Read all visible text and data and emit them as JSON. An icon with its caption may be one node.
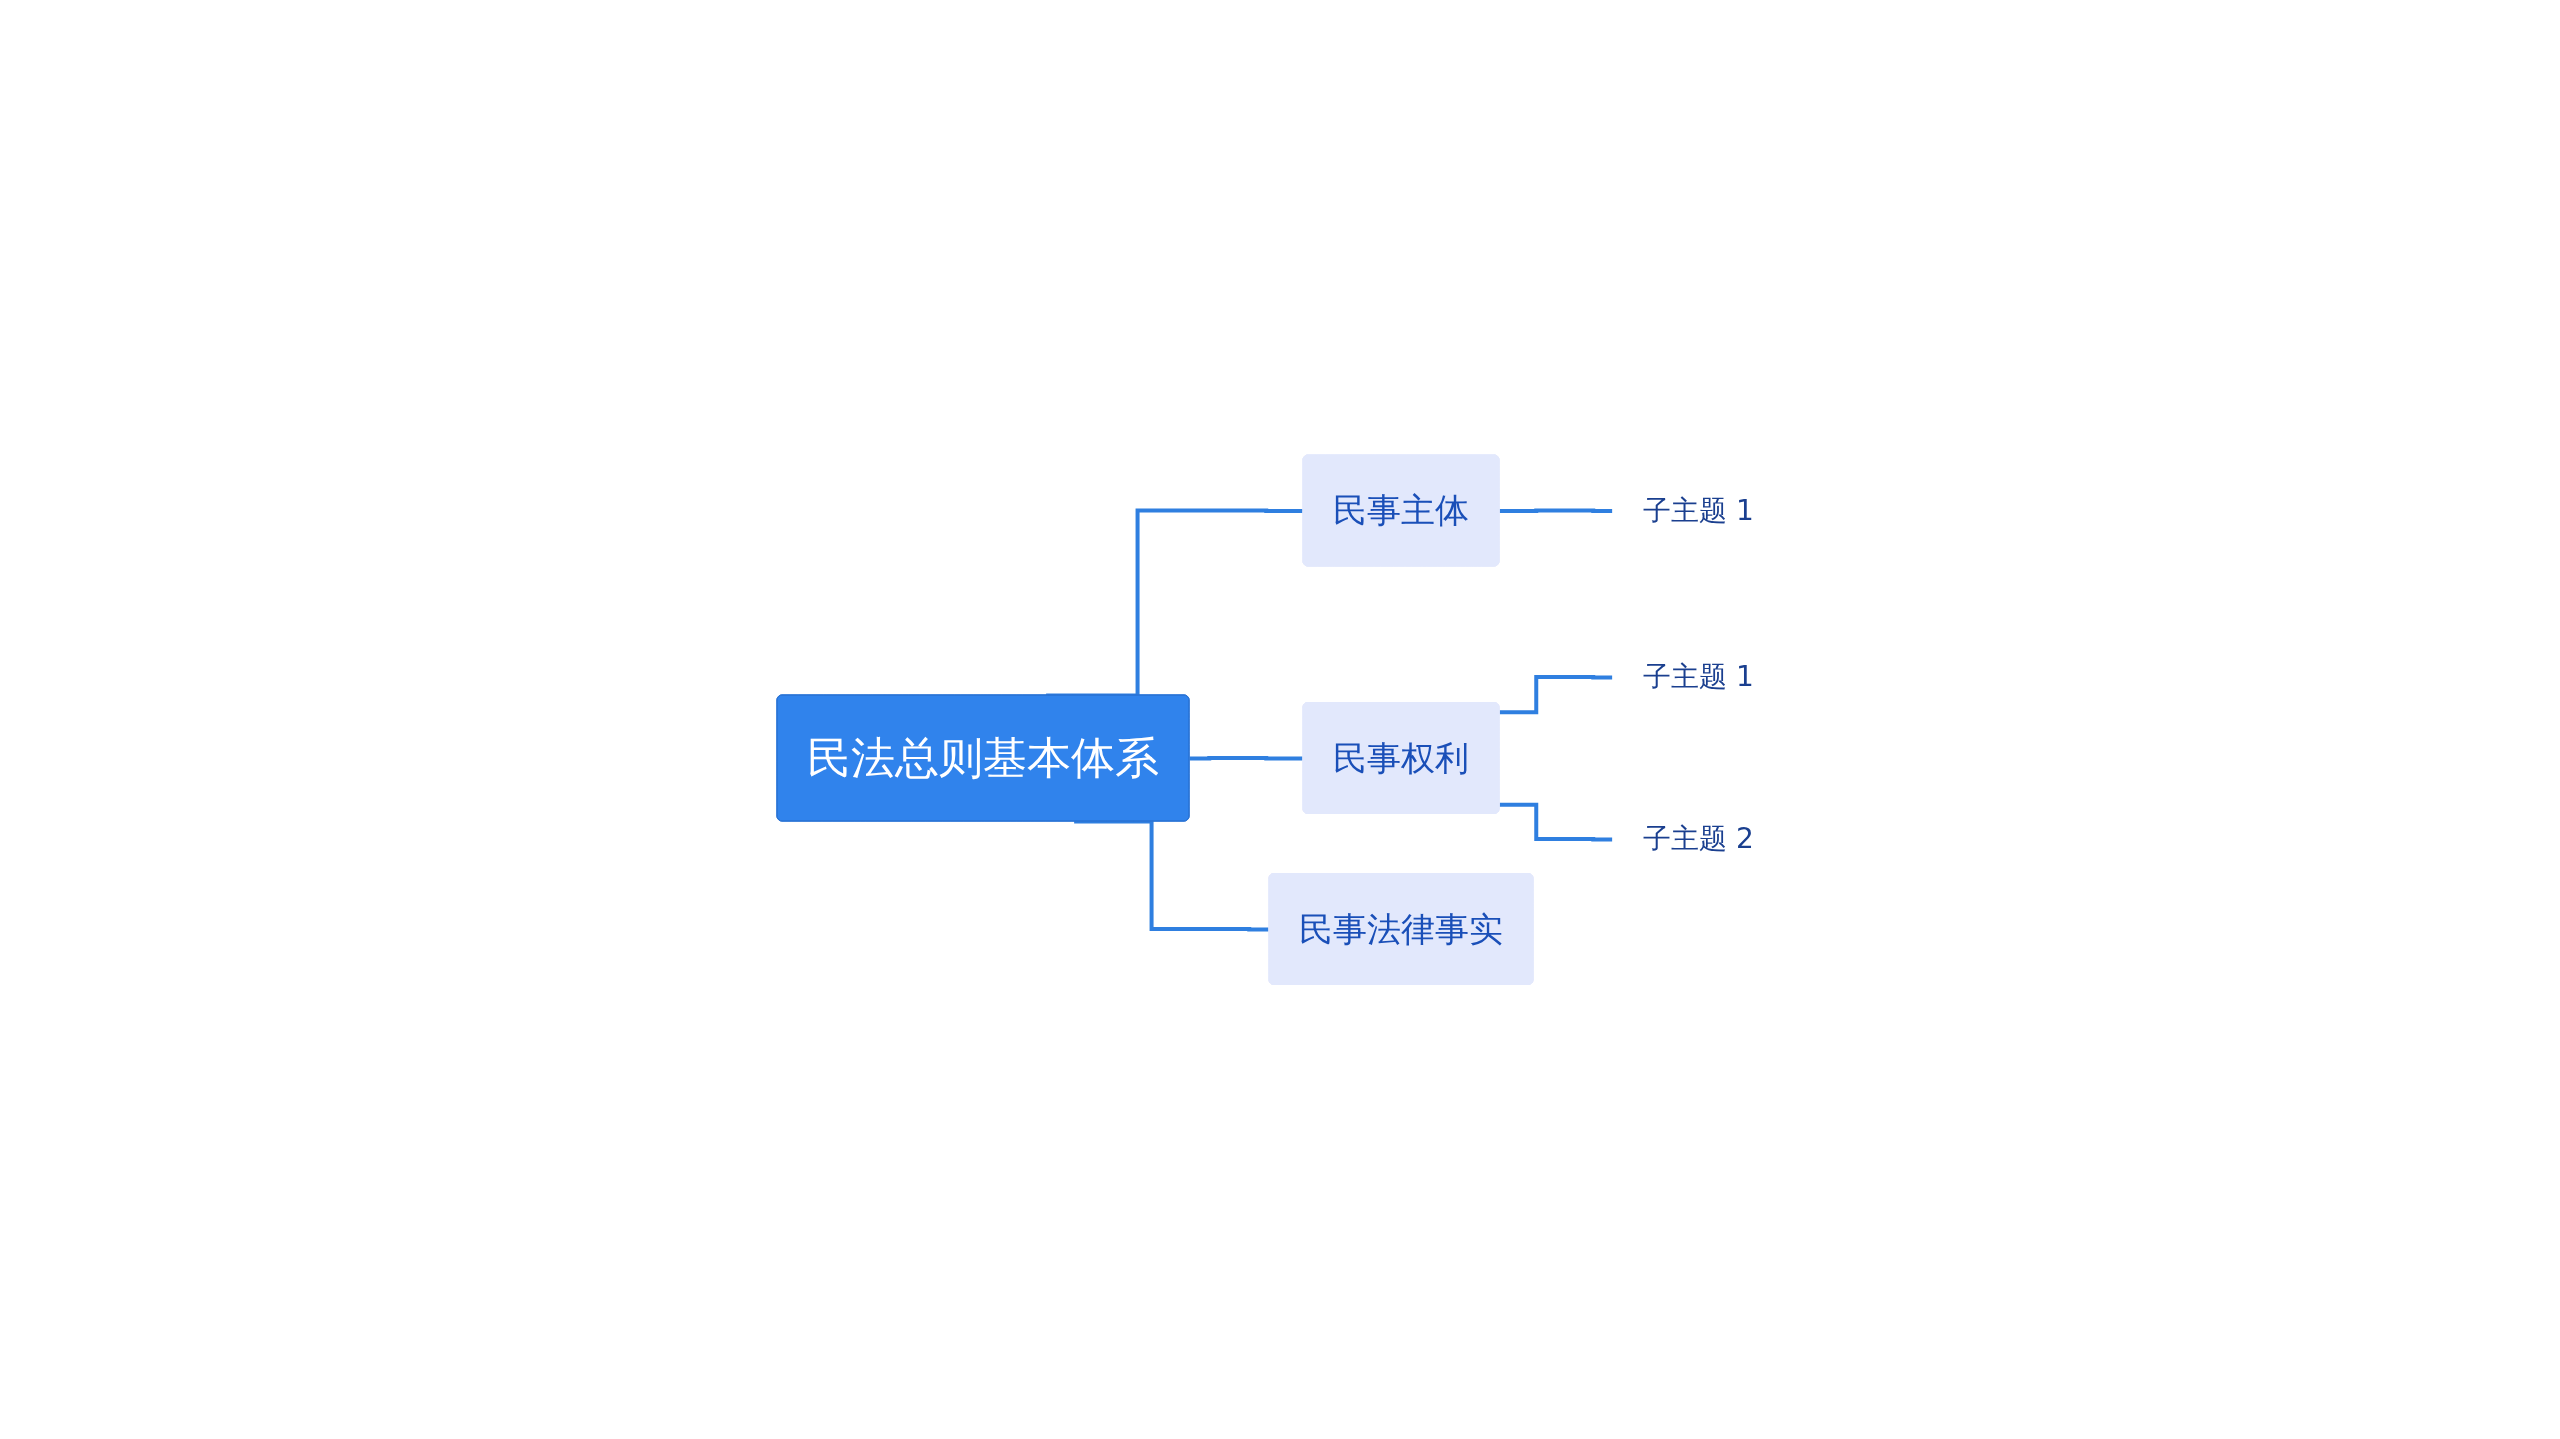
{
  "diagram": {
    "nodes": [
      {
        "text": [
          "民法总则基本体系"
        ]
      },
      {
        "text": [
          "民事主体"
        ]
      },
      {
        "text": [
          "子主题 1"
        ]
      },
      {
        "text": [
          "民事权利"
        ]
      },
      {
        "text": [
          "子主题 1"
        ]
      },
      {
        "text": [
          "子主题 2"
        ]
      },
      {
        "text": [
          "民事法律事实"
        ]
      }
    ],
    "edges": [
      {
        "from": 0,
        "to": 1,
        "arrow": "none"
      },
      {
        "from": 1,
        "to": 2,
        "arrow": "none"
      },
      {
        "from": 0,
        "to": 3,
        "arrow": "none"
      },
      {
        "from": 3,
        "to": 4,
        "arrow": "none"
      },
      {
        "from": 3,
        "to": 5,
        "arrow": "none"
      },
      {
        "from": 0,
        "to": 6,
        "arrow": "none"
      }
    ]
  }
}
